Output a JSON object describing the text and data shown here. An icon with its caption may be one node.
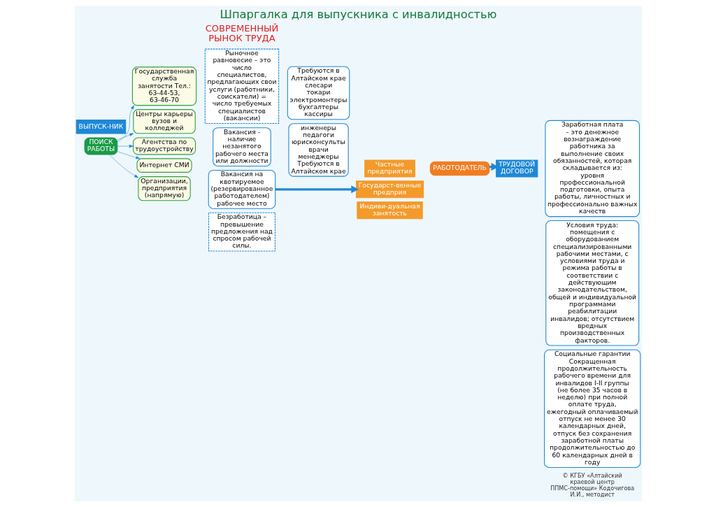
{
  "diagram": {
    "title": "Шпаргалка для выпускника с инвалидностью",
    "nodes": [
      {
        "text": [
          "ВЫПУСК-НИК"
        ]
      },
      {
        "text": [
          "ПОИСК РАБОТЫ"
        ]
      },
      {
        "text": [
          "Государственная служба занятости Тел.: 63-44-53, 63-46-70"
        ]
      },
      {
        "text": [
          "Центры карьеры вузов и колледжей"
        ]
      },
      {
        "text": [
          "Агентства по трудоустройству"
        ]
      },
      {
        "text": [
          "Интернет СМИ"
        ]
      },
      {
        "text": [
          "Организации, предприятия (напрямую)"
        ]
      },
      {
        "text": [
          "Рыночное равновесие – это число специалистов, предлагающих свои услуги (работники, соискатели) = число требуемых специалистов (вакансии)"
        ]
      },
      {
        "text": [
          "Вакансия - наличие незанятого рабочего места или должности"
        ]
      },
      {
        "text": [
          "Вакансия на квотируемое (резервированное работодателем) рабочее место"
        ]
      },
      {
        "text": [
          "Безработица – превышение предложения над спросом рабочей силы."
        ]
      },
      {
        "text": [
          "Требуются в Алтайском крае",
          "слесари",
          "токари",
          "электромонтеры",
          "бухгалтеры",
          "кассиры"
        ]
      },
      {
        "text": [
          "инженеры",
          "педагоги",
          "юрисконсульты",
          "врачи",
          "менеджеры",
          "Требуются в Алтайском крае"
        ]
      },
      {
        "text": [
          "Частные предприятия"
        ]
      },
      {
        "text": [
          "Государст-венные предприя"
        ]
      },
      {
        "text": [
          "Индиви-дуальная занятость"
        ]
      },
      {
        "text": [
          "РАБОТОДАТЕЛЬ"
        ]
      },
      {
        "text": [
          "ТРУДОВОЙ ДОГОВОР"
        ]
      },
      {
        "text": [
          "Заработная плата",
          "– это денежное вознаграждение работника за выполнение своих обязанностей, которая складывается из: уровня профессиональной подготовки, опыта работы, личностных и профессионально важных качеств"
        ]
      },
      {
        "text": [
          "Условия труда:",
          "помещения с оборудованием специализированными рабочими местами, с условиями труда и режима работы в соответствии с действующим законодательством, общей и индивидуальной программами реабилитации инвалидов; отсутствием вредных производственных факторов."
        ]
      },
      {
        "text": [
          "Социальные гарантии",
          "Сокращенная продолжительность рабочего времени для инвалидов I-II группы (не более 35 часов в неделю) при полной оплате труда, ежегодный оплачиваемый отпуск не менее 30 календарных дней, отпуск без сохранения заработной платы продолжительностью до 60 календарных дней в году"
        ]
      }
    ],
    "edges": [
      {
        "from": 1,
        "to": 2,
        "arrow": "to"
      },
      {
        "from": 1,
        "to": 3,
        "arrow": "to"
      },
      {
        "from": 1,
        "to": 4,
        "arrow": "to"
      },
      {
        "from": 1,
        "to": 5,
        "arrow": "to"
      },
      {
        "from": 1,
        "to": 6,
        "arrow": "to"
      },
      {
        "from": 9,
        "to": 14,
        "arrow": "to",
        "style": "thick"
      },
      {
        "from": 16,
        "to": 17,
        "arrow": "to",
        "style": "thick"
      }
    ],
    "labels": [
      "СОВРЕМЕННЫЙ РЫНОК ТРУДА",
      "© КГБУ «Алтайский краевой центр ППМС-помощи» Кодочигова И.И., методист"
    ]
  }
}
